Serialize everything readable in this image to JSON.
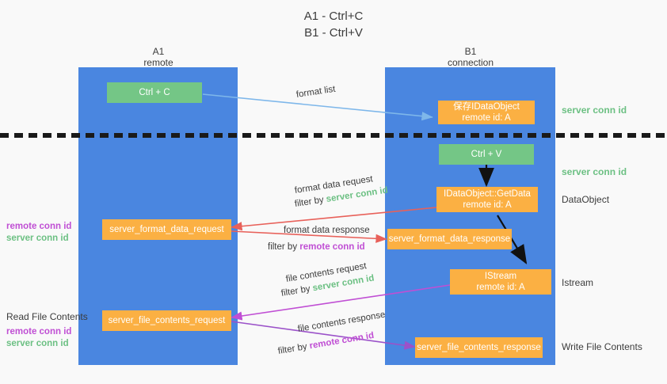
{
  "title": {
    "line1": "A1 - Ctrl+C",
    "line2": "B1 - Ctrl+V"
  },
  "columns": [
    {
      "name": "A1",
      "sub": "remote"
    },
    {
      "name": "B1",
      "sub": "connection"
    }
  ],
  "colors": {
    "lane": "#4a86e0",
    "green_box": "#74c686",
    "orange_box": "#fbb043",
    "server_conn_id": "#6cc083",
    "remote_conn_id": "#c04fd4",
    "arrow_blue": "#7eb7ea",
    "arrow_red": "#e8615a",
    "arrow_magenta": "#c04fd4",
    "arrow_purple": "#9b52c9",
    "arrow_black": "#111111",
    "background": "#f9f9f9"
  },
  "boxes": {
    "ctrl_c": {
      "line1": "Ctrl + C"
    },
    "ctrl_v": {
      "line1": "Ctrl + V"
    },
    "save_dataobject": {
      "line1": "保存IDataObject",
      "line2": "remote id: A"
    },
    "getdata": {
      "line1": "IDataObject::GetData",
      "line2": "remote id: A"
    },
    "istream": {
      "line1": "IStream",
      "line2": "remote id: A"
    },
    "format_data_request": {
      "line1": "server_format_data_request"
    },
    "format_data_response": {
      "line1": "server_format_data_response"
    },
    "file_contents_request": {
      "line1": "server_file_contents_request"
    },
    "file_contents_response": {
      "line1": "server_file_contents_response"
    }
  },
  "edge_labels": {
    "format_list": "format list",
    "format_data_request": "format data request",
    "format_data_request_filter_prefix": "filter by ",
    "format_data_request_filter_key": "server conn id",
    "format_data_response": "format data response",
    "format_data_response_filter_prefix": "filter by ",
    "format_data_response_filter_key": "remote conn id",
    "file_contents_request": "file contents request",
    "file_contents_request_filter_prefix": "filter by ",
    "file_contents_request_filter_key": "server conn id",
    "file_contents_response": "file contents response",
    "file_contents_response_filter_prefix": "filter by ",
    "file_contents_response_filter_key": "remote conn id"
  },
  "right_labels": {
    "server_conn_id_top": "server conn id",
    "server_conn_id_mid": "server conn id",
    "dataobject": "DataObject",
    "istream": "Istream",
    "write_file_contents": "Write File Contents"
  },
  "left_labels": {
    "remote_conn_id_1": "remote conn id",
    "server_conn_id_1": "server conn id",
    "read_file_contents": "Read File Contents",
    "remote_conn_id_2": "remote conn id",
    "server_conn_id_2": "server conn id"
  }
}
